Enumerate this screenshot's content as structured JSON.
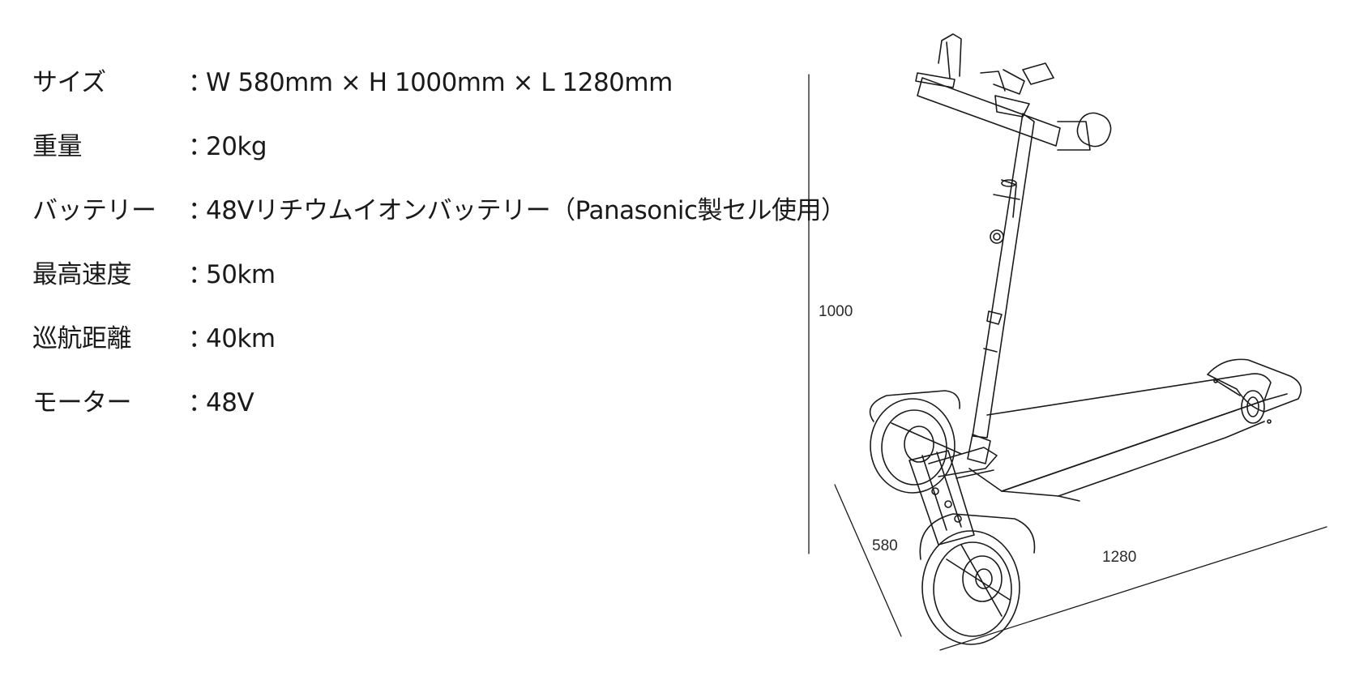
{
  "specs": [
    {
      "label": "サイズ",
      "sep": "：",
      "value": "W 580mm × H 1000mm × L 1280mm"
    },
    {
      "label": "重量",
      "sep": "：",
      "value": "20kg"
    },
    {
      "label": "バッテリー",
      "sep": "：",
      "value": "48Vリチウムイオンバッテリー（Panasonic製セル使用）"
    },
    {
      "label": "最高速度",
      "sep": "：",
      "value": "50km"
    },
    {
      "label": "巡航距離",
      "sep": "：",
      "value": "40km"
    },
    {
      "label": "モーター",
      "sep": "：",
      "value": "48V"
    }
  ],
  "dimensions": {
    "height": "1000",
    "width": "580",
    "length": "1280"
  },
  "colors": {
    "line": "#1a1a1a",
    "background": "#ffffff"
  }
}
